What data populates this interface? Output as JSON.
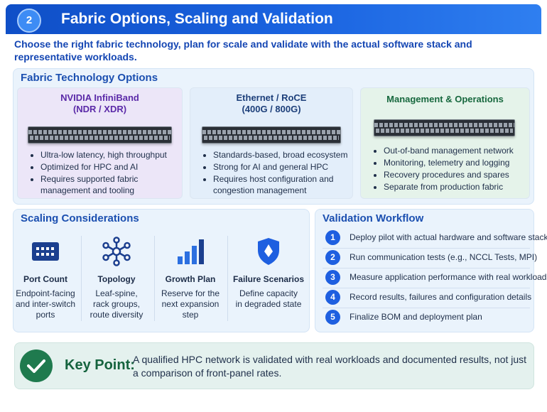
{
  "header": {
    "number": "2",
    "title": "Fabric Options, Scaling and Validation"
  },
  "intro": "Choose the right fabric technology, plan for scale and validate with the actual software stack and representative workloads.",
  "fabric": {
    "title": "Fabric Technology Options",
    "cards": [
      {
        "title_line1": "NVIDIA InfiniBand",
        "title_line2": "(NDR / XDR)",
        "color": "#5b2aa8",
        "bg": "#ece6f8",
        "bullets": [
          "Ultra-low latency, high throughput",
          "Optimized for HPC and AI",
          "Requires supported fabric management and tooling"
        ]
      },
      {
        "title_line1": "Ethernet / RoCE",
        "title_line2": "(400G / 800G)",
        "color": "#1d3f7a",
        "bg": "#e3eefa",
        "bullets": [
          "Standards-based, broad ecosystem",
          "Strong for AI and general HPC",
          "Requires host configuration and congestion management"
        ]
      },
      {
        "title_line1": "Management & Operations",
        "title_line2": "",
        "color": "#17683e",
        "bg": "#e5f3ea",
        "bullets": [
          "Out-of-band management network",
          "Monitoring, telemetry and logging",
          "Recovery procedures and spares",
          "Separate from production fabric"
        ]
      }
    ]
  },
  "scaling": {
    "title": "Scaling Considerations",
    "items": [
      {
        "label": "Port Count",
        "desc": [
          "Endpoint-facing",
          "and inter-switch",
          "ports"
        ],
        "icon": "port-icon"
      },
      {
        "label": "Topology",
        "desc": [
          "Leaf-spine,",
          "rack groups,",
          "route diversity"
        ],
        "icon": "topology-icon"
      },
      {
        "label": "Growth Plan",
        "desc": [
          "Reserve for the",
          "next expansion",
          "step"
        ],
        "icon": "growth-chart-icon"
      },
      {
        "label": "Failure Scenarios",
        "desc": [
          "Define capacity",
          "in degraded state"
        ],
        "icon": "shield-icon"
      }
    ]
  },
  "validation": {
    "title": "Validation Workflow",
    "steps": [
      {
        "n": "1",
        "text": "Deploy pilot with actual hardware and software stack"
      },
      {
        "n": "2",
        "text": "Run communication tests (e.g., NCCL Tests, MPI)"
      },
      {
        "n": "3",
        "text": "Measure application performance with real workloads"
      },
      {
        "n": "4",
        "text": "Record results, failures and configuration details"
      },
      {
        "n": "5",
        "text": "Finalize BOM and deployment plan"
      }
    ]
  },
  "key_point": {
    "label": "Key Point:",
    "text": "A qualified HPC network is validated with real workloads and documented results, not just a comparison of front-panel rates."
  },
  "colors": {
    "accent": "#1e5fe0",
    "header": "#1656d4",
    "key_green": "#1f7a4e"
  }
}
